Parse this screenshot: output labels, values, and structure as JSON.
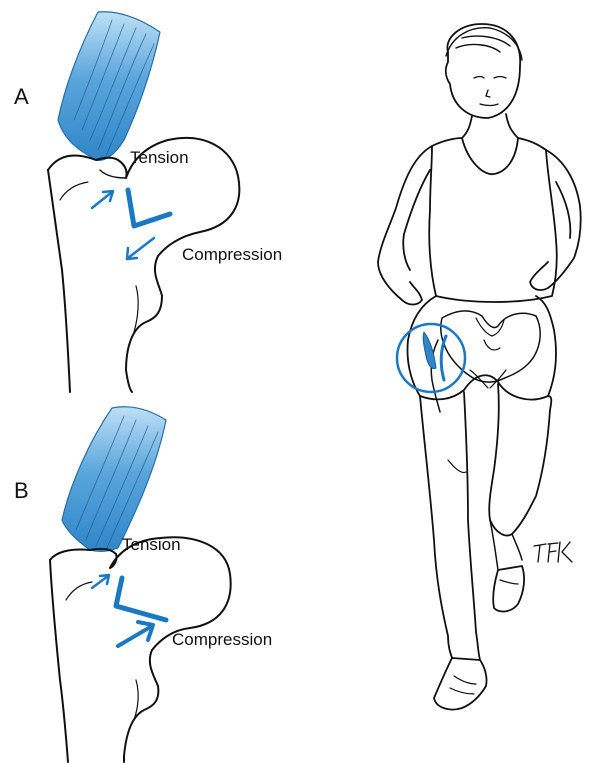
{
  "panels": {
    "a": {
      "letter": "A",
      "tension": "Tension",
      "compression": "Compression"
    },
    "b": {
      "letter": "B",
      "tension": "Tension",
      "compression": "Compression"
    }
  },
  "signature": "TFK",
  "colors": {
    "muscle": "#3a8fce",
    "arrow": "#1a79c2",
    "ink": "#111111",
    "highlight_circle": "#1a79c2"
  }
}
